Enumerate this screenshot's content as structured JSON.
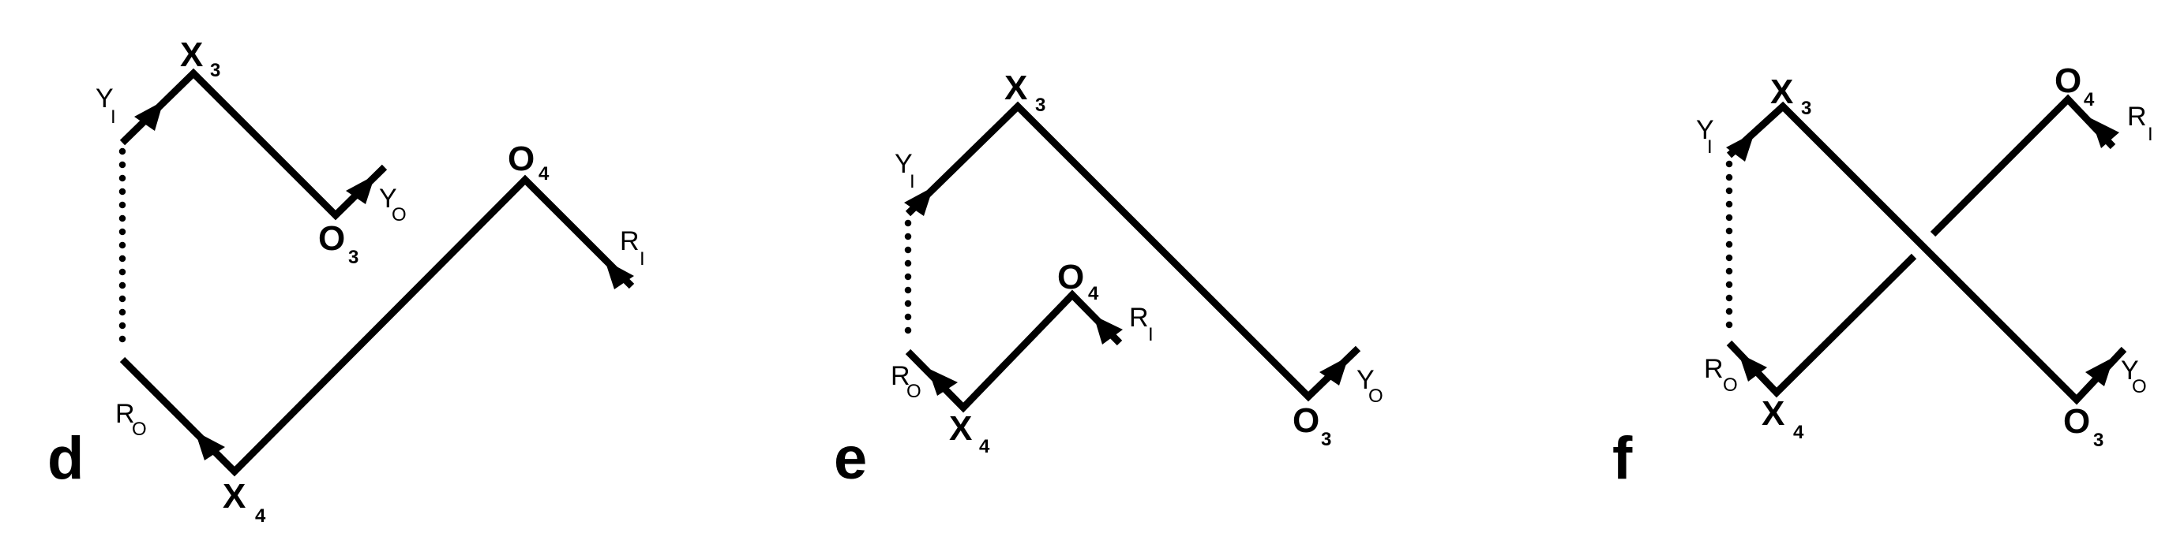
{
  "figure": {
    "panels": [
      {
        "id": "d",
        "letter": "d",
        "nodes": {
          "x3": {
            "main": "X",
            "sub": "3"
          },
          "o3": {
            "main": "O",
            "sub": "3"
          },
          "x4": {
            "main": "X",
            "sub": "4"
          },
          "o4": {
            "main": "O",
            "sub": "4"
          }
        },
        "ends": {
          "yi": {
            "main": "Y",
            "sub": "I"
          },
          "yo": {
            "main": "Y",
            "sub": "O"
          },
          "ri": {
            "main": "R",
            "sub": "I"
          },
          "ro": {
            "main": "R",
            "sub": "O"
          }
        }
      },
      {
        "id": "e",
        "letter": "e",
        "nodes": {
          "x3": {
            "main": "X",
            "sub": "3"
          },
          "o3": {
            "main": "O",
            "sub": "3"
          },
          "x4": {
            "main": "X",
            "sub": "4"
          },
          "o4": {
            "main": "O",
            "sub": "4"
          }
        },
        "ends": {
          "yi": {
            "main": "Y",
            "sub": "I"
          },
          "yo": {
            "main": "Y",
            "sub": "O"
          },
          "ri": {
            "main": "R",
            "sub": "I"
          },
          "ro": {
            "main": "R",
            "sub": "O"
          }
        }
      },
      {
        "id": "f",
        "letter": "f",
        "nodes": {
          "x3": {
            "main": "X",
            "sub": "3"
          },
          "o3": {
            "main": "O",
            "sub": "3"
          },
          "x4": {
            "main": "X",
            "sub": "4"
          },
          "o4": {
            "main": "O",
            "sub": "4"
          }
        },
        "ends": {
          "yi": {
            "main": "Y",
            "sub": "I"
          },
          "yo": {
            "main": "Y",
            "sub": "O"
          },
          "ri": {
            "main": "R",
            "sub": "I"
          },
          "ro": {
            "main": "R",
            "sub": "O"
          }
        }
      }
    ],
    "colors": {
      "ink": "#000000",
      "background": "#ffffff"
    }
  }
}
